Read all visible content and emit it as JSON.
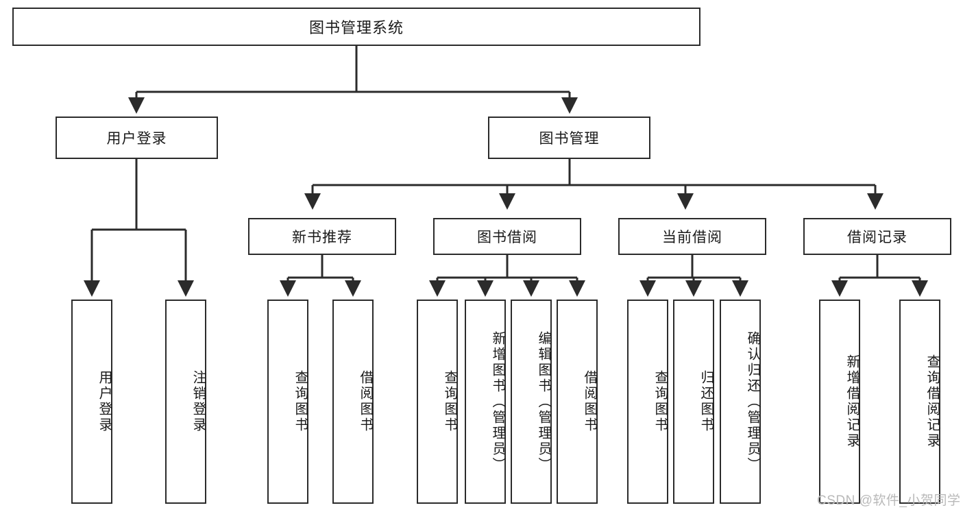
{
  "diagram": {
    "title": "图书管理系统",
    "type": "hierarchy-tree",
    "watermark": "CSDN @软件_小贺同学",
    "colors": {
      "background": "#ffffff",
      "box_border": "#2b2b2b",
      "box_fill": "#ffffff",
      "edge": "#2b2b2b",
      "text": "#1a1a1a",
      "watermark": "#b9b9b9"
    },
    "nodes": {
      "root": {
        "label": "图书管理系统"
      },
      "level2": [
        {
          "id": "user-login",
          "label": "用户登录"
        },
        {
          "id": "book-manage",
          "label": "图书管理"
        }
      ],
      "level3": [
        {
          "id": "new-book-recommend",
          "label": "新书推荐"
        },
        {
          "id": "book-borrow",
          "label": "图书借阅"
        },
        {
          "id": "current-borrow",
          "label": "当前借阅"
        },
        {
          "id": "borrow-record",
          "label": "借阅记录"
        }
      ],
      "leaves": {
        "user_login": [
          {
            "id": "leaf-user-login",
            "label": "用户登录"
          },
          {
            "id": "leaf-logout",
            "label": "注销登录"
          }
        ],
        "new_book_recommend": [
          {
            "id": "leaf-query-book-1",
            "label": "查询图书"
          },
          {
            "id": "leaf-borrow-book-1",
            "label": "借阅图书"
          }
        ],
        "book_borrow": [
          {
            "id": "leaf-query-book-2",
            "label": "查询图书"
          },
          {
            "id": "leaf-add-book",
            "label": "新增图书（管理员）"
          },
          {
            "id": "leaf-edit-book",
            "label": "编辑图书（管理员）"
          },
          {
            "id": "leaf-borrow-book-2",
            "label": "借阅图书"
          }
        ],
        "current_borrow": [
          {
            "id": "leaf-query-book-3",
            "label": "查询图书"
          },
          {
            "id": "leaf-return-book",
            "label": "归还图书"
          },
          {
            "id": "leaf-confirm-return",
            "label": "确认归还（管理员）"
          }
        ],
        "borrow_record": [
          {
            "id": "leaf-add-record",
            "label": "新增借阅记录"
          },
          {
            "id": "leaf-query-record",
            "label": "查询借阅记录"
          }
        ]
      }
    },
    "edges": [
      {
        "from": "图书管理系统",
        "to": "用户登录"
      },
      {
        "from": "图书管理系统",
        "to": "图书管理"
      },
      {
        "from": "用户登录",
        "to": "用户登录"
      },
      {
        "from": "用户登录",
        "to": "注销登录"
      },
      {
        "from": "图书管理",
        "to": "新书推荐"
      },
      {
        "from": "图书管理",
        "to": "图书借阅"
      },
      {
        "from": "图书管理",
        "to": "当前借阅"
      },
      {
        "from": "图书管理",
        "to": "借阅记录"
      },
      {
        "from": "新书推荐",
        "to": "查询图书"
      },
      {
        "from": "新书推荐",
        "to": "借阅图书"
      },
      {
        "from": "图书借阅",
        "to": "查询图书"
      },
      {
        "from": "图书借阅",
        "to": "新增图书（管理员）"
      },
      {
        "from": "图书借阅",
        "to": "编辑图书（管理员）"
      },
      {
        "from": "图书借阅",
        "to": "借阅图书"
      },
      {
        "from": "当前借阅",
        "to": "查询图书"
      },
      {
        "from": "当前借阅",
        "to": "归还图书"
      },
      {
        "from": "当前借阅",
        "to": "确认归还（管理员）"
      },
      {
        "from": "借阅记录",
        "to": "新增借阅记录"
      },
      {
        "from": "借阅记录",
        "to": "查询借阅记录"
      }
    ]
  }
}
